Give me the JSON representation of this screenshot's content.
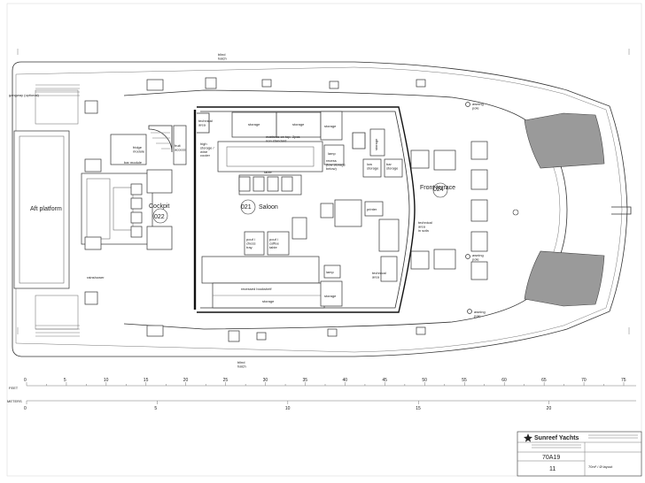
{
  "labels": {
    "aft_platform": "Aft platform",
    "cockpit": "Cockpit",
    "cockpit_num": "022",
    "saloon": "Saloon",
    "saloon_num": "021",
    "front_terrace": "Front terrace",
    "front_terrace_num": "024",
    "blind_hatch_top": "blind\nhatch",
    "blind_hatch_bottom": "blind\nhatch",
    "gangway": "gangway (optional)",
    "technical_area_top": "technical\narea",
    "technical_area_bottom": "technical\narea",
    "technical_area_sofa": "technical\narea\nin sofa",
    "storage_1": "storage",
    "storage_2": "storage",
    "storage_3": "storage",
    "storage_bottom": "storage",
    "storage_bottom_right": "storage",
    "storage_vertical": "storage",
    "mattress_note": "mattress on top- 2pcs\nnon standard",
    "high_storage": "high\nstorage /\nwine\ncooler",
    "fruit_access": "fruit\naccess",
    "fridge_module": "fridge\nmodule",
    "bar_module": "bar module",
    "table": "table",
    "recess_storage": "recess\n(low storage\nbelow)",
    "lamp_1": "lamp",
    "lamp_2": "lamp",
    "low_storage": "low\nstorage",
    "bar_storage": "bar\nstorage",
    "printer": "printer",
    "pouf_chess": "pouf /\nchess\ntray",
    "pouf_coffee": "pouf /\ncoffee\ntable",
    "recessed_bookshelf": "recessed bookshelf",
    "rainshower": "rainshower",
    "awning_pole_1": "awning\npole",
    "awning_pole_2": "awning\npole",
    "awning_pole_3": "awning\npole"
  },
  "scale": {
    "feet_label": "FEET",
    "meters_label": "METERS",
    "feet_ticks": [
      "0",
      "5",
      "10",
      "15",
      "20",
      "25",
      "30",
      "35",
      "40",
      "45",
      "50",
      "55",
      "60",
      "65",
      "70",
      "75"
    ],
    "meter_ticks": [
      "0",
      "5",
      "10",
      "15",
      "20"
    ]
  },
  "title_block": {
    "brand": "Sunreef Yachts",
    "model": "70A19",
    "sheet": "11",
    "drawing_title": "70m² / Ø layout"
  }
}
